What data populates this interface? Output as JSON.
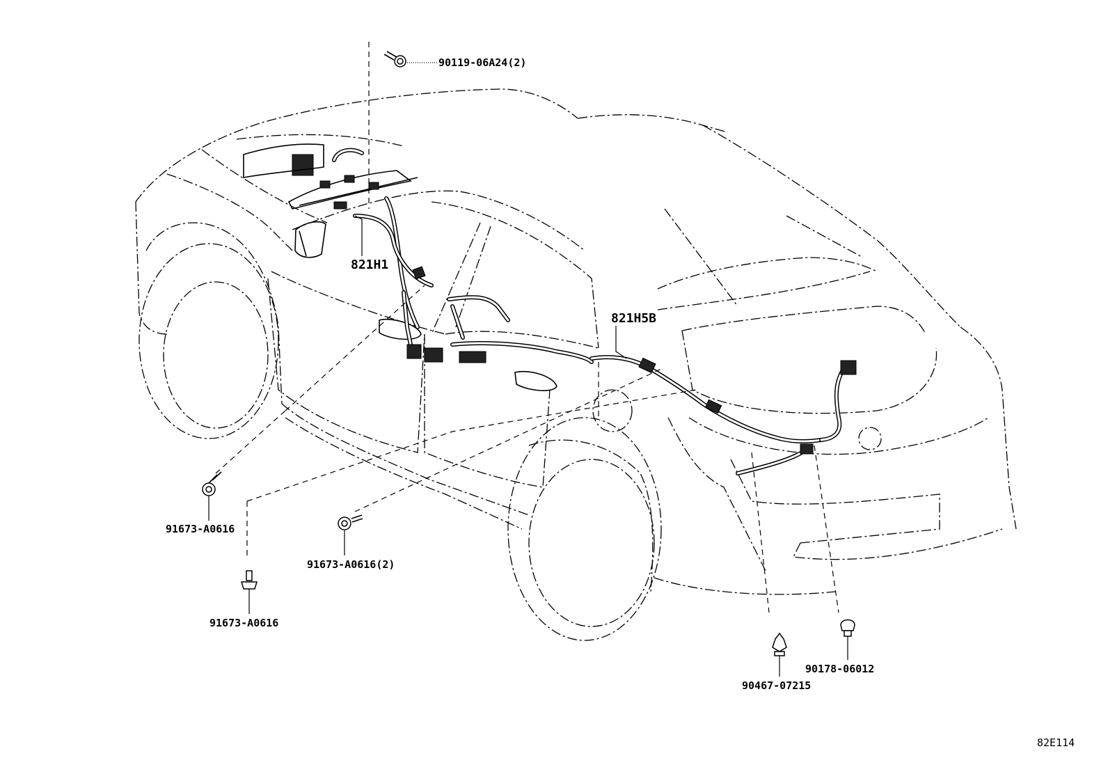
{
  "labels": {
    "bolt_top": "90119-06A24(2)",
    "harness_front": "821H1",
    "harness_rear": "821H5B",
    "clip_left_1": "91673-A0616",
    "clip_mid": "91673-A0616(2)",
    "clip_left_2": "91673-A0616",
    "screw_rear_1": "90467-07215",
    "clip_rear_2": "90178-06012",
    "diagram_id": "82E114"
  }
}
